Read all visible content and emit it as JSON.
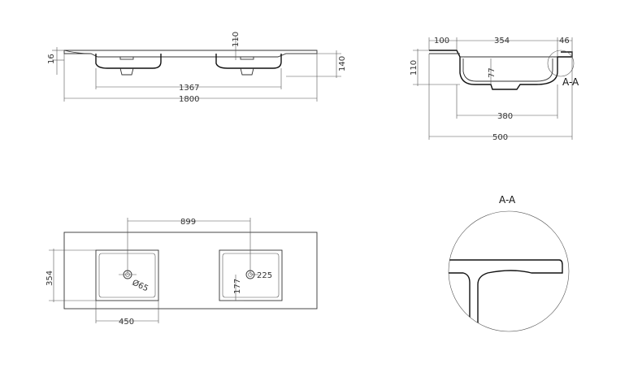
{
  "front_view": {
    "dims": {
      "d16": "16",
      "d110": "110",
      "d140": "140",
      "d1367": "1367",
      "d1800": "1800"
    }
  },
  "side_view": {
    "dims": {
      "d100": "100",
      "d354": "354",
      "d46": "46",
      "d110": "110",
      "d77": "77",
      "d380": "380",
      "d500": "500"
    },
    "section_label": "A-A"
  },
  "plan_view": {
    "dims": {
      "d899": "899",
      "d354": "354",
      "d65": "Ø65",
      "d225": "225",
      "d177": "177",
      "d450": "450"
    }
  },
  "detail_view": {
    "title": "A-A"
  }
}
